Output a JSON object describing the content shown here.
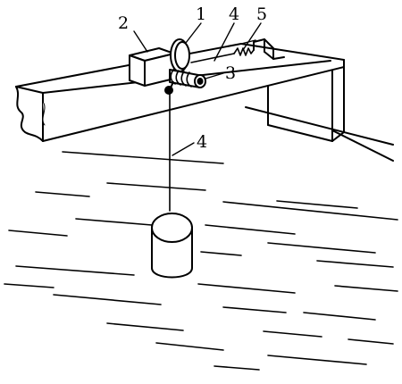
{
  "labels": {
    "drive_unit": "2",
    "pulley": "1",
    "wire_upper": "4",
    "spring": "5",
    "shaft": "3",
    "wire_lower": "4"
  },
  "colors": {
    "ink": "#000000",
    "paper": "#ffffff"
  }
}
